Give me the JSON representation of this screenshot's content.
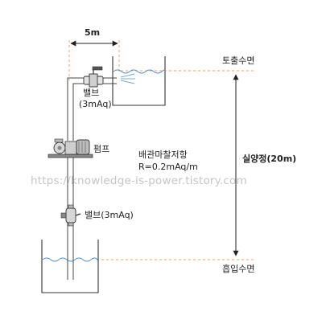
{
  "diagram": {
    "horizontal_dimension": "5m",
    "discharge_surface_label": "토출수면",
    "suction_surface_label": "흡입수면",
    "actual_head_label": "실양정(20m)",
    "top_valve_label": "밸브",
    "top_valve_loss": "(3mAq)",
    "pump_label": "펌프",
    "bottom_valve_label": "밸브(3mAq)",
    "friction_label": "배관마찰저항",
    "friction_value": "R=0.2mAq/m",
    "watermark": "https://knowledge-is-power.tistory.com"
  },
  "colors": {
    "line": "#222222",
    "pipe": "#444444",
    "water": "#4a90c8",
    "dashed_reference": "#f0a070"
  },
  "icons": [
    "gate-valve-icon",
    "pump-icon",
    "ball-valve-icon",
    "water-tank-icon"
  ]
}
